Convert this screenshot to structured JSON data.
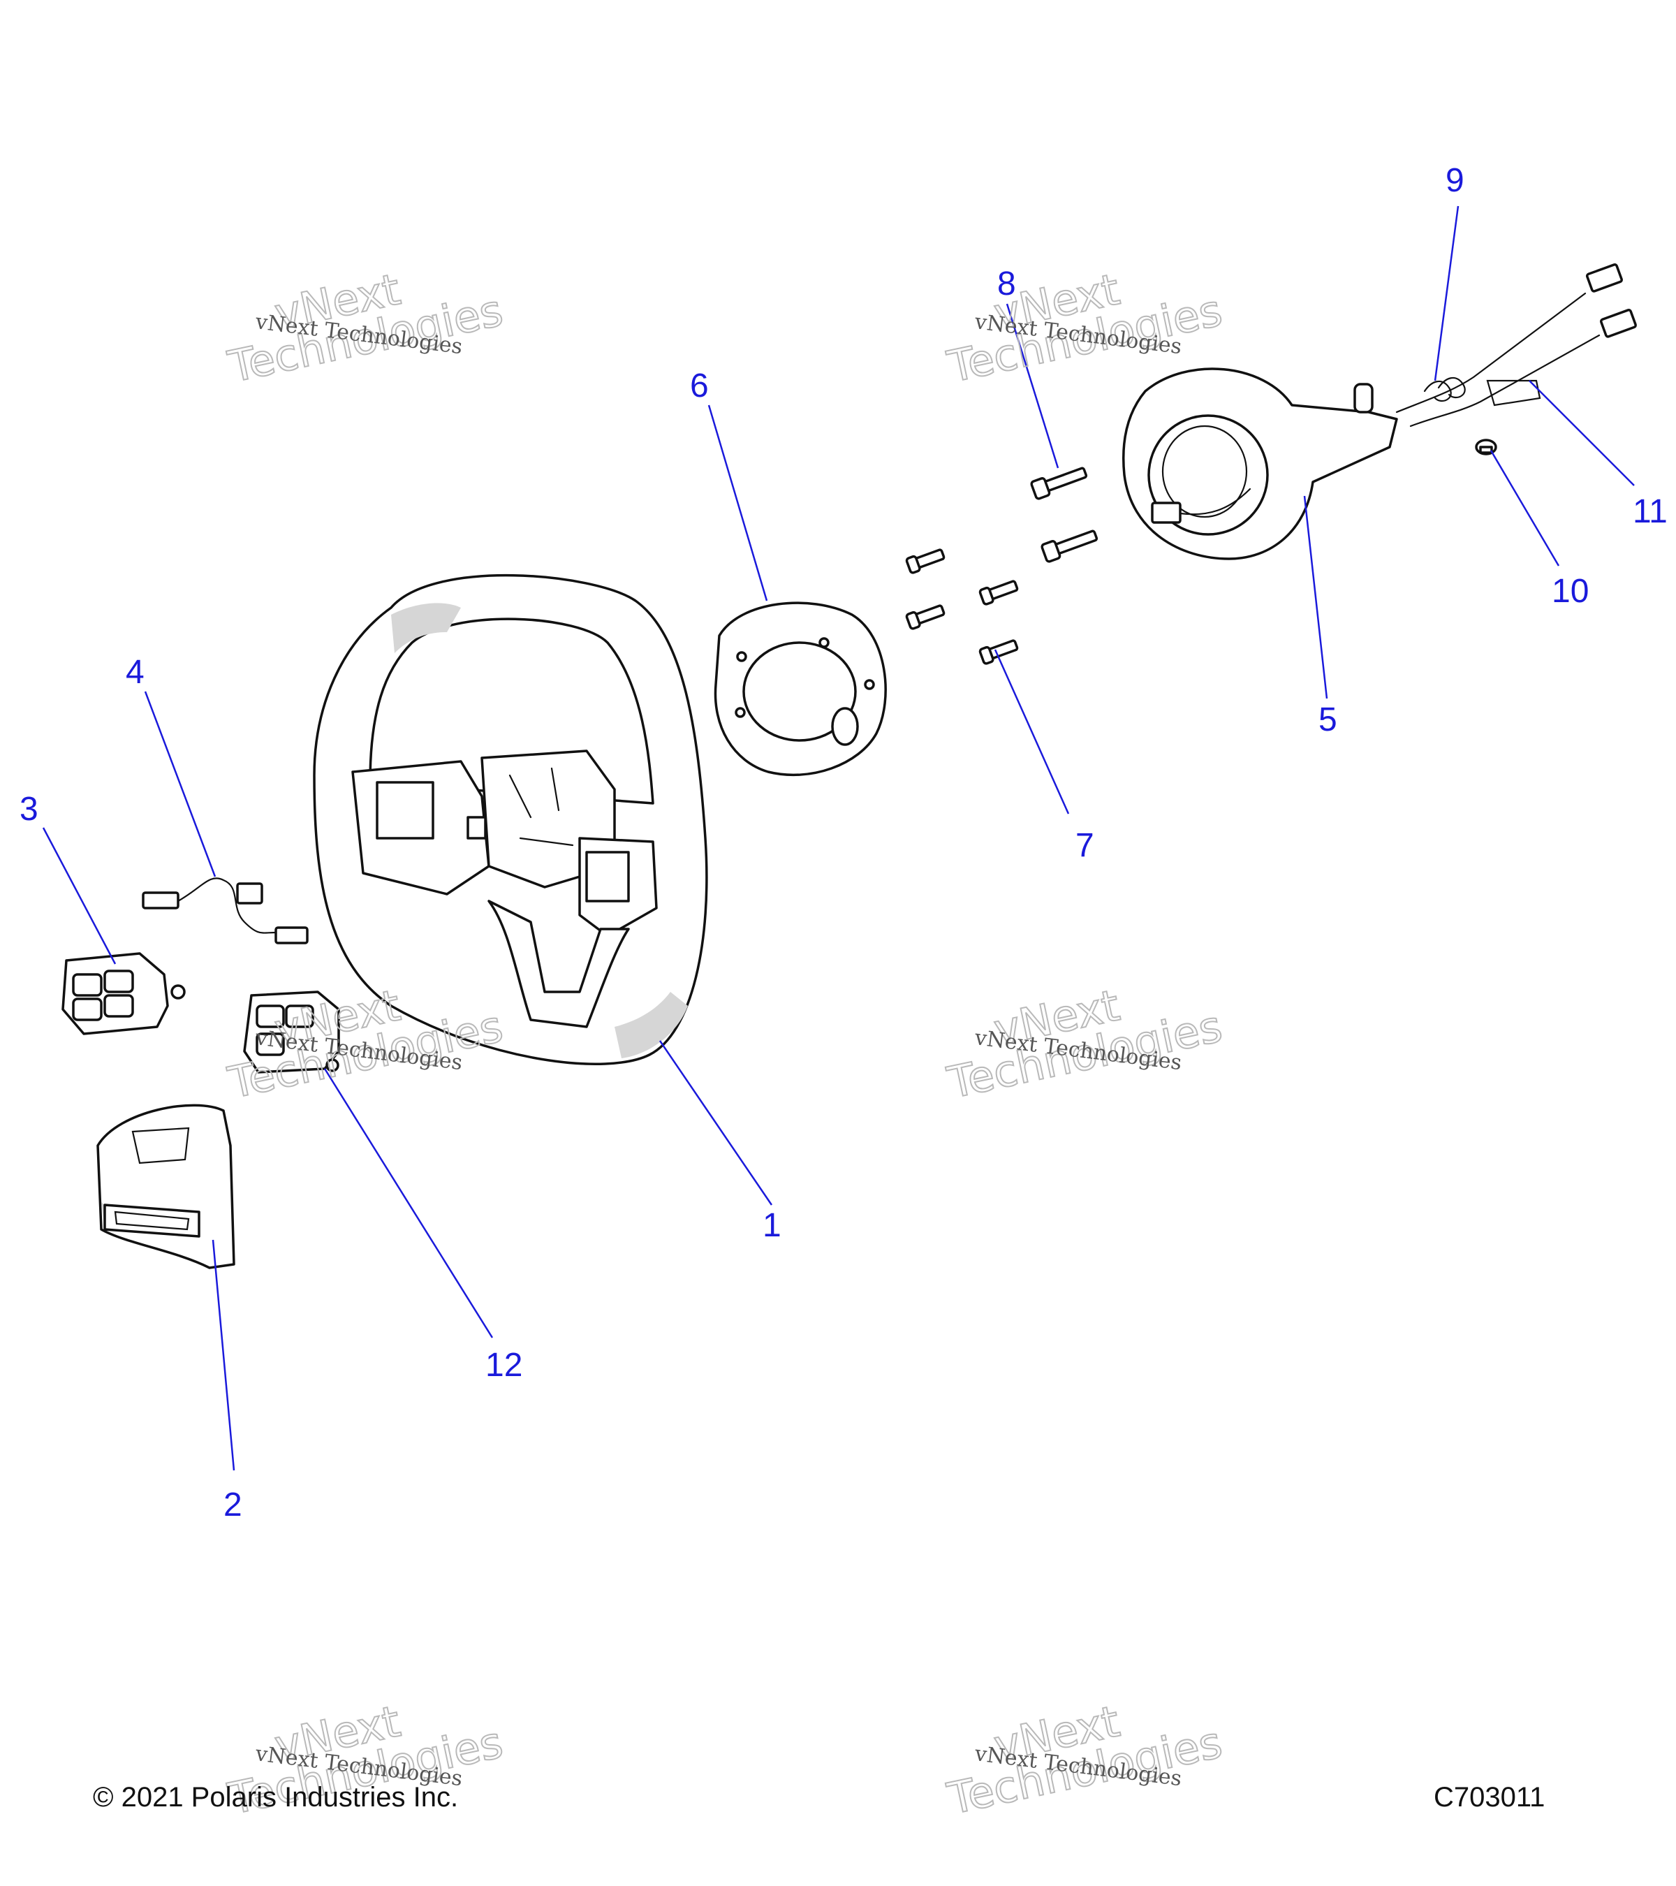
{
  "callouts": [
    {
      "label": "1"
    },
    {
      "label": "2"
    },
    {
      "label": "3"
    },
    {
      "label": "4"
    },
    {
      "label": "5"
    },
    {
      "label": "6"
    },
    {
      "label": "7"
    },
    {
      "label": "8"
    },
    {
      "label": "9"
    },
    {
      "label": "10"
    },
    {
      "label": "11"
    },
    {
      "label": "12"
    }
  ],
  "watermark": {
    "small": "vNext Technologies",
    "large_top": "vNext",
    "large_bottom": "Technologies"
  },
  "footer": {
    "copyright": "© 2021 Polaris Industries Inc.",
    "code": "C703011"
  },
  "colors": {
    "callout": "#1a1adb",
    "line_art": "#111111"
  }
}
